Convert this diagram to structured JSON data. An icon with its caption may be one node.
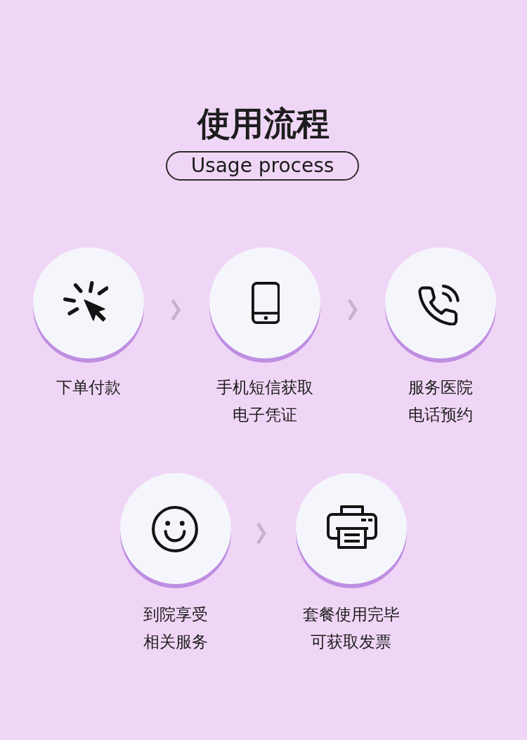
{
  "diagram": {
    "title": "使用流程",
    "nodes": [
      {
        "text": [
          "Usage process"
        ]
      },
      {
        "text": [],
        "shape": "circle",
        "beside": [
          "下单付款"
        ]
      },
      {
        "text": [],
        "shape": "circle",
        "beside": [
          "手机短信获取电子凭证"
        ]
      },
      {
        "text": [],
        "shape": "circle",
        "beside": [
          "服务医院电话预约"
        ]
      },
      {
        "text": [],
        "shape": "circle",
        "beside": [
          "到院享受相关服务"
        ]
      },
      {
        "text": [],
        "shape": "circle",
        "beside": [
          "套餐使用完毕可获取发票"
        ]
      }
    ],
    "edges": [
      {
        "from": 1,
        "to": 2,
        "arrow": "to"
      },
      {
        "from": 2,
        "to": 3,
        "arrow": "to"
      },
      {
        "from": 4,
        "to": 5,
        "arrow": "to"
      }
    ]
  }
}
